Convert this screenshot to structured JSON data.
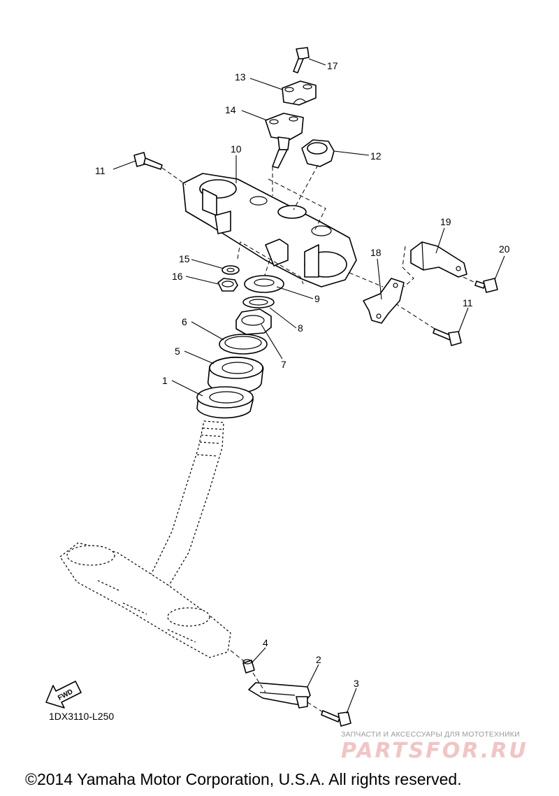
{
  "diagram": {
    "callouts": [
      {
        "n": "1"
      },
      {
        "n": "2"
      },
      {
        "n": "3"
      },
      {
        "n": "4"
      },
      {
        "n": "5"
      },
      {
        "n": "6"
      },
      {
        "n": "7"
      },
      {
        "n": "8"
      },
      {
        "n": "9"
      },
      {
        "n": "10"
      },
      {
        "n": "11"
      },
      {
        "n": "11"
      },
      {
        "n": "12"
      },
      {
        "n": "13"
      },
      {
        "n": "14"
      },
      {
        "n": "15"
      },
      {
        "n": "16"
      },
      {
        "n": "17"
      },
      {
        "n": "18"
      },
      {
        "n": "19"
      },
      {
        "n": "20"
      }
    ],
    "fwd_label": "FWD",
    "diagram_code": "1DX3110-L250"
  },
  "watermark": {
    "tagline": "ЗАПЧАСТИ И АКСЕССУАРЫ ДЛЯ МОТОТЕХНИКИ",
    "logo": "PARTSFOR.RU"
  },
  "copyright": "©2014 Yamaha Motor Corporation, U.S.A. All rights reserved."
}
